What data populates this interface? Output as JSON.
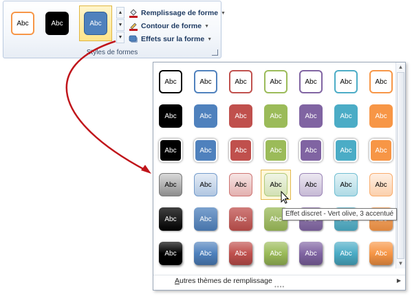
{
  "ribbon": {
    "gallery": [
      {
        "label": "Abc",
        "style": "outline-orange"
      },
      {
        "label": "Abc",
        "style": "black-fill"
      },
      {
        "label": "Abc",
        "style": "blue-fill-selected"
      }
    ],
    "commands": [
      {
        "label": "Remplissage de forme",
        "icon": "paint-bucket-icon"
      },
      {
        "label": "Contour de forme",
        "icon": "pencil-icon"
      },
      {
        "label": "Effets sur la forme",
        "icon": "shape-effects-icon"
      }
    ],
    "group_label": "Styles de formes"
  },
  "gallery": {
    "rows": [
      [
        "Abc",
        "Abc",
        "Abc",
        "Abc",
        "Abc",
        "Abc",
        "Abc"
      ],
      [
        "Abc",
        "Abc",
        "Abc",
        "Abc",
        "Abc",
        "Abc",
        "Abc"
      ],
      [
        "Abc",
        "Abc",
        "Abc",
        "Abc",
        "Abc",
        "Abc",
        "Abc"
      ],
      [
        "Abc",
        "Abc",
        "Abc",
        "Abc",
        "Abc",
        "Abc",
        "Abc"
      ],
      [
        "Abc",
        "Abc",
        "Abc",
        "Abc",
        "Abc",
        "Abc",
        "Abc"
      ],
      [
        "Abc",
        "Abc",
        "Abc",
        "Abc",
        "Abc",
        "Abc",
        "Abc"
      ]
    ],
    "theme_colors": [
      "#000000",
      "#4f81bd",
      "#c0504d",
      "#9bbb59",
      "#8064a2",
      "#4bacc6",
      "#f79646"
    ],
    "more_label_underlined": "A",
    "more_label_rest": "utres thèmes de remplissage",
    "tooltip": "Effet discret - Vert olive, 3 accentué"
  },
  "colors": {
    "accent_arrow": "#c0151b",
    "hover_border": "#e3b84b"
  }
}
